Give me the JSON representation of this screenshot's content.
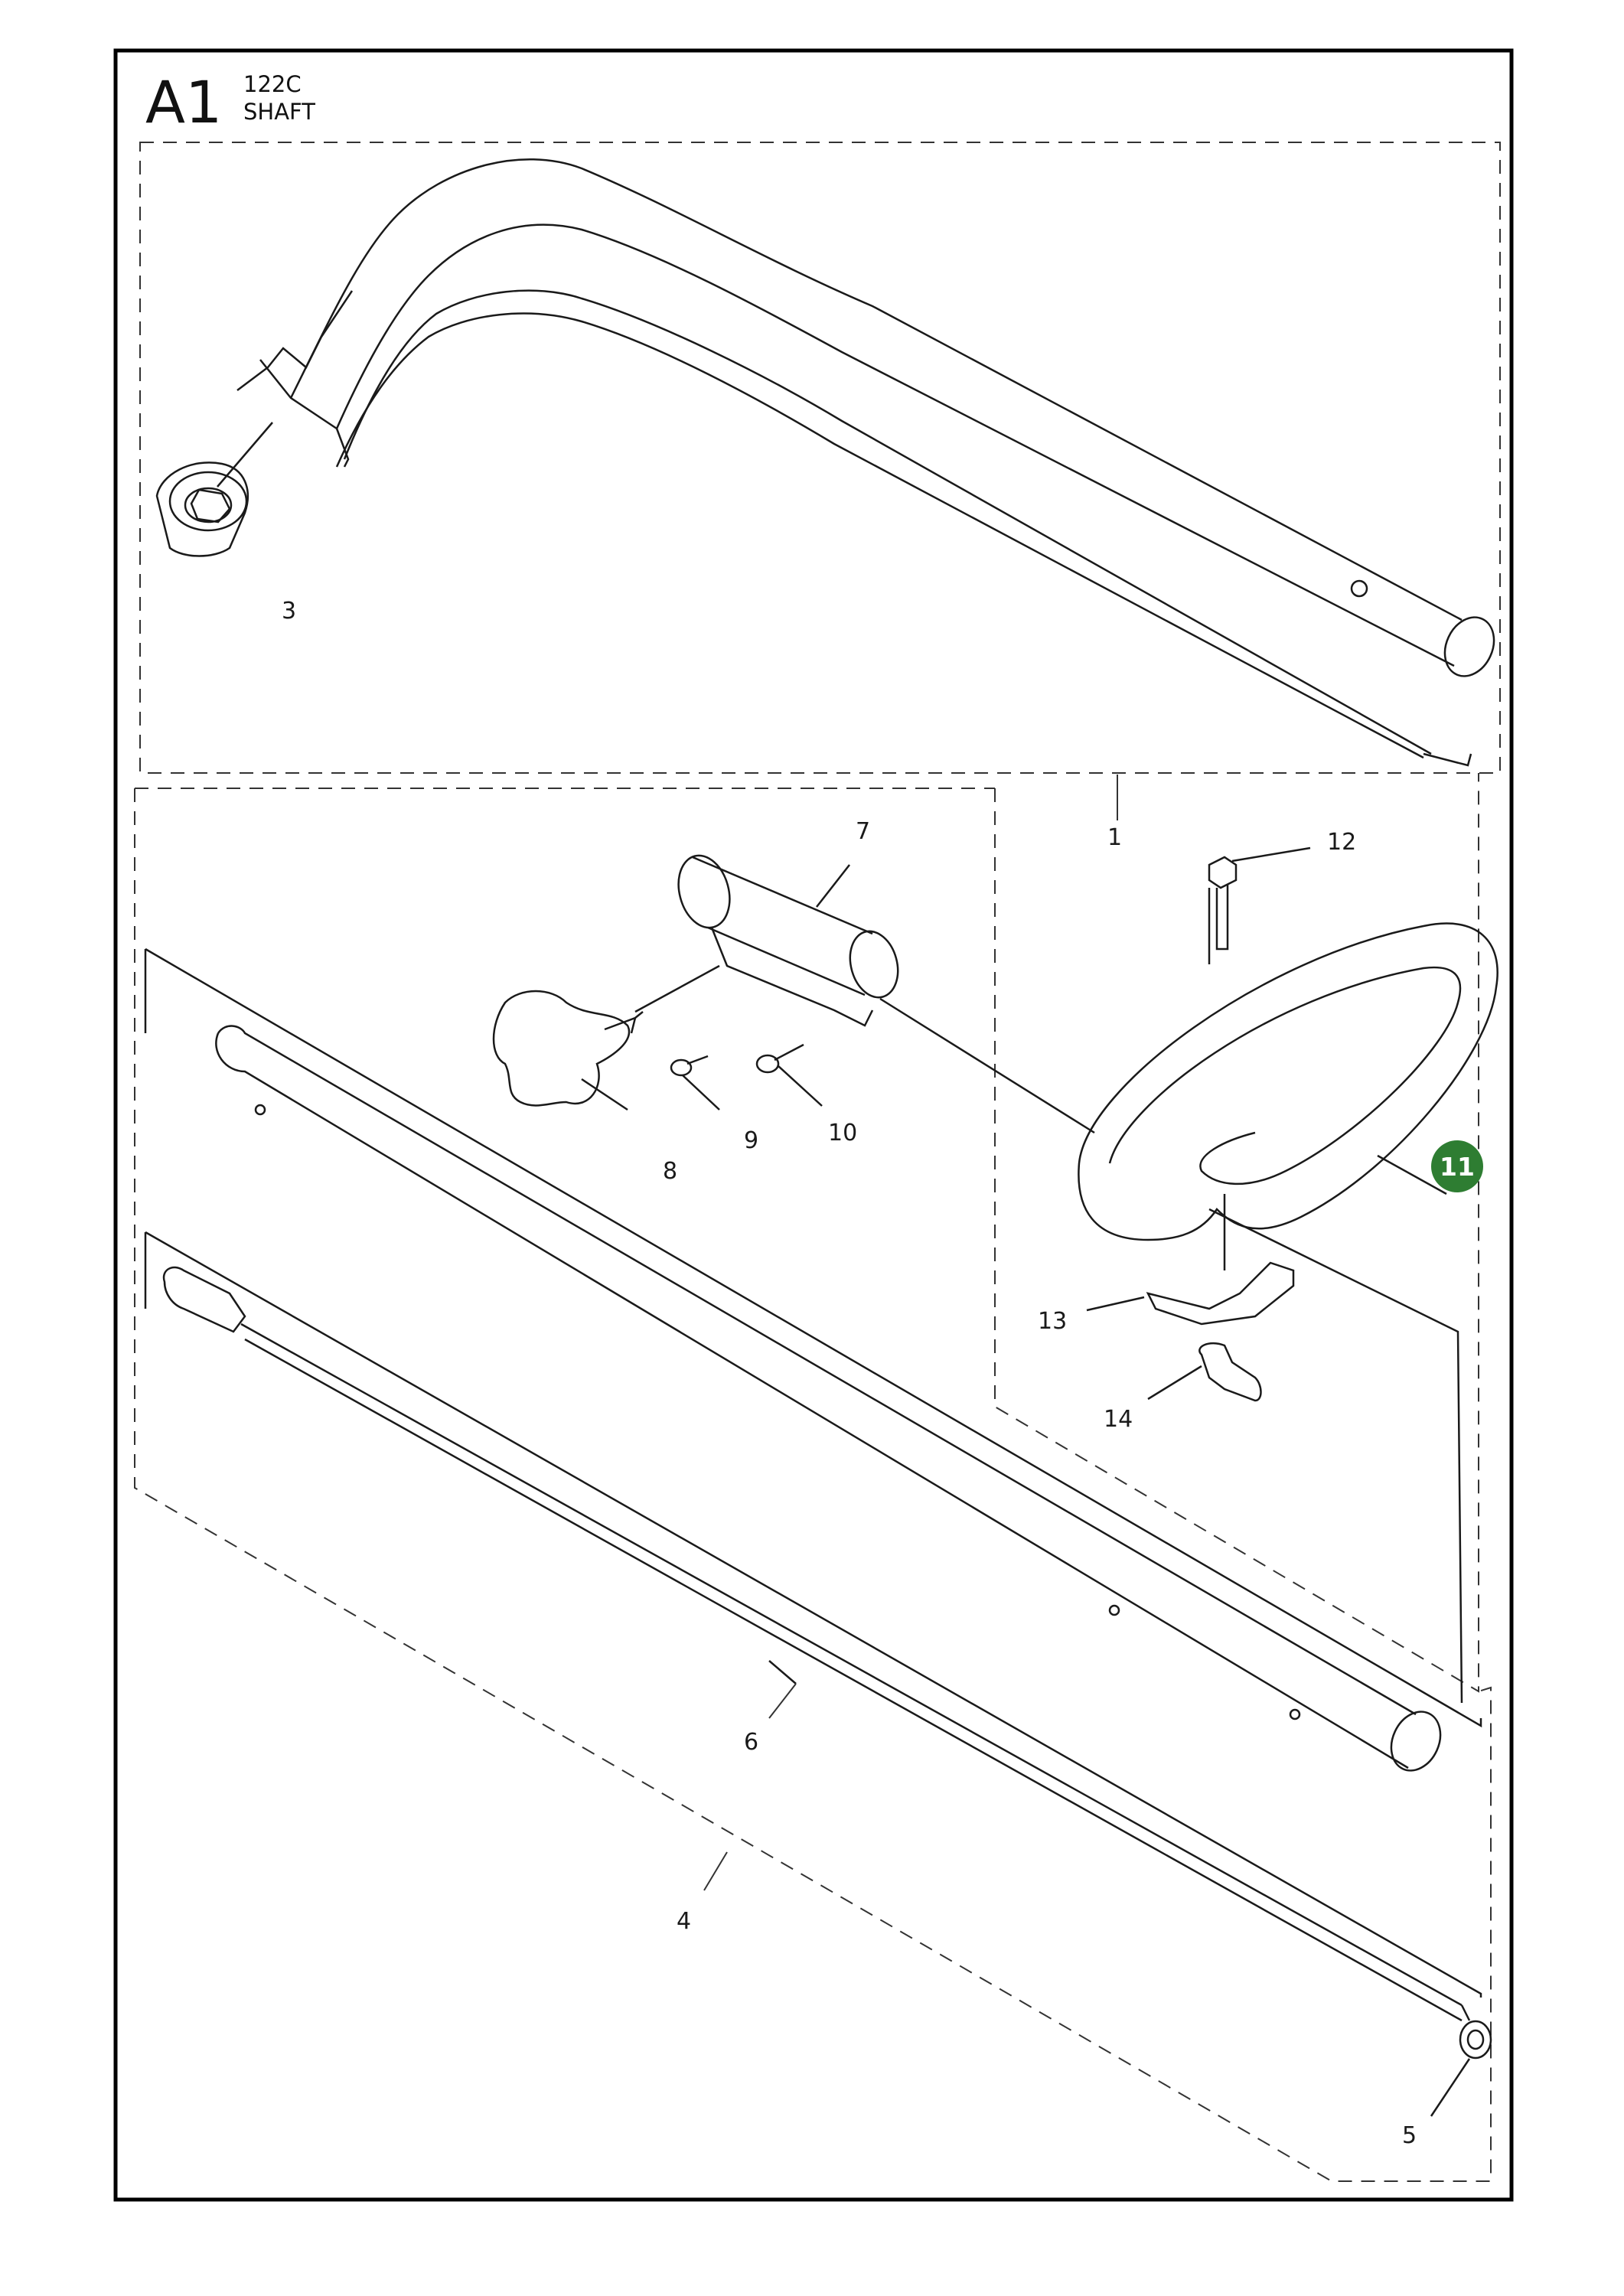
{
  "header": {
    "section": "A1",
    "model": "122C",
    "title": "SHAFT"
  },
  "callouts": [
    {
      "id": "1",
      "label": "1"
    },
    {
      "id": "3",
      "label": "3"
    },
    {
      "id": "4",
      "label": "4"
    },
    {
      "id": "5",
      "label": "5"
    },
    {
      "id": "6",
      "label": "6"
    },
    {
      "id": "7",
      "label": "7"
    },
    {
      "id": "8",
      "label": "8"
    },
    {
      "id": "9",
      "label": "9"
    },
    {
      "id": "10",
      "label": "10"
    },
    {
      "id": "11",
      "label": "11",
      "highlighted": true
    },
    {
      "id": "12",
      "label": "12"
    },
    {
      "id": "13",
      "label": "13"
    },
    {
      "id": "14",
      "label": "14"
    }
  ],
  "colors": {
    "highlight": "#2e7d32",
    "line": "#1a1a1a",
    "frame": "#000000"
  }
}
